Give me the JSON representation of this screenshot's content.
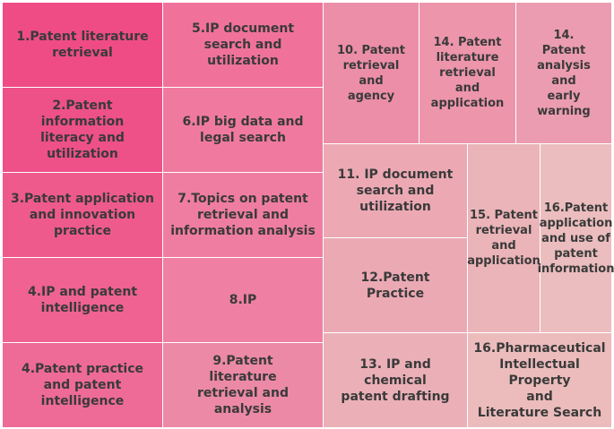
{
  "chart_data": {
    "type": "treemap",
    "title": "",
    "items": [
      {
        "label": "1.Patent literature\nretrieval",
        "color": "#ef4c85"
      },
      {
        "label": "2.Patent\ninformation\nliteracy and\nutilization",
        "color": "#ee5088"
      },
      {
        "label": "3.Patent application\nand innovation\npractice",
        "color": "#ef5a8c"
      },
      {
        "label": "4.IP and patent\nintelligence",
        "color": "#ef6292"
      },
      {
        "label": "4.Patent practice\nand patent\nintelligence",
        "color": "#ee6a97"
      },
      {
        "label": "5.IP document\nsearch and\nutilization",
        "color": "#f0729b"
      },
      {
        "label": "6.IP big data and\nlegal search",
        "color": "#f07a9f"
      },
      {
        "label": "7.Topics on patent\nretrieval and\ninformation analysis",
        "color": "#ef7da2"
      },
      {
        "label": "8.IP",
        "color": "#ef80a3"
      },
      {
        "label": "9.Patent\nliterature\nretrieval and\nanalysis",
        "color": "#ec89a7"
      },
      {
        "label": "10. Patent\nretrieval\nand\nagency",
        "color": "#ec8ea8"
      },
      {
        "label": "14. Patent\nliterature\nretrieval\nand\napplication",
        "color": "#ec95ab"
      },
      {
        "label": "14.\nPatent\nanalysis\nand\nearly\nwarning",
        "color": "#ec9cb0"
      },
      {
        "label": "11. IP document\nsearch and\nutilization",
        "color": "#eca9b4"
      },
      {
        "label": "12.Patent\nPractice",
        "color": "#eba9b3"
      },
      {
        "label": "13. IP and chemical\npatent drafting",
        "color": "#ebb0b7"
      },
      {
        "label": "15. Patent\nretrieval\nand\napplication",
        "color": "#ebb4b8"
      },
      {
        "label": "16.Patent\napplication\nand use of\npatent\ninformation",
        "color": "#ebbdbe"
      },
      {
        "label": "16.Pharmaceutical\nIntellectual Property\nand\nLiterature Search",
        "color": "#ecbcbc"
      }
    ]
  }
}
